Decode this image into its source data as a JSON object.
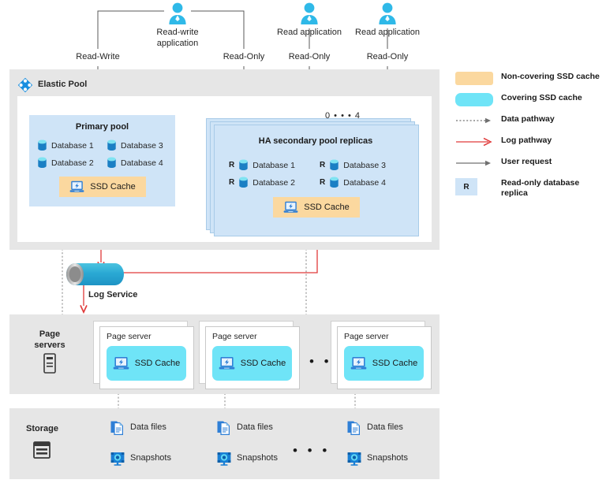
{
  "diagram": {
    "title": "Elastic Pool hyperscale architecture",
    "colors": {
      "non_covering_cache": "#fbd89f",
      "covering_cache": "#6fe4f7",
      "pool_fill": "#cfe4f7",
      "band": "#e6e6e6",
      "log_pathway": "#e03a3a",
      "user_request": "#595959",
      "data_pathway": "#808080",
      "person_icon": "#2fb9e8"
    }
  },
  "applications": [
    {
      "id": "read-write-application",
      "label": "Read-write\napplication",
      "line1": "Read-write",
      "line2": "application"
    },
    {
      "id": "read-application-1",
      "label": "Read application",
      "line1": "Read application",
      "line2": ""
    },
    {
      "id": "read-application-2",
      "label": "Read application",
      "line1": "Read application",
      "line2": ""
    }
  ],
  "connection_labels": [
    {
      "id": "read-write",
      "text": "Read-Write"
    },
    {
      "id": "read-only-1",
      "text": "Read-Only"
    },
    {
      "id": "read-only-2",
      "text": "Read-Only"
    },
    {
      "id": "read-only-3",
      "text": "Read-Only"
    }
  ],
  "elastic_pool": {
    "title": "Elastic Pool",
    "icon": "elastic-pool-icon",
    "primary_pool": {
      "title": "Primary pool",
      "databases": [
        "Database 1",
        "Database 2",
        "Database 3",
        "Database 4"
      ],
      "cache": {
        "label": "SSD Cache",
        "type": "non-covering"
      }
    },
    "secondary_pool": {
      "title": "HA secondary pool replicas",
      "replica_range": "0 • • • 4",
      "replica_badge": "R",
      "databases": [
        "Database 1",
        "Database 2",
        "Database 3",
        "Database 4"
      ],
      "cache": {
        "label": "SSD Cache",
        "type": "non-covering"
      }
    }
  },
  "log_service": {
    "title": "Log Service"
  },
  "page_servers": {
    "title_line1": "Page",
    "title_line2": "servers",
    "icon": "server-rack-icon",
    "ellipsis": "• • •",
    "servers": [
      {
        "title": "Page server",
        "cache": "SSD Cache"
      },
      {
        "title": "Page server",
        "cache": "SSD Cache"
      },
      {
        "title": "Page server",
        "cache": "SSD Cache"
      }
    ]
  },
  "storage": {
    "title": "Storage",
    "icon": "storage-icon",
    "ellipsis": "• • •",
    "columns": [
      {
        "data_files": "Data files",
        "snapshots": "Snapshots"
      },
      {
        "data_files": "Data files",
        "snapshots": "Snapshots"
      },
      {
        "data_files": "Data files",
        "snapshots": "Snapshots"
      }
    ]
  },
  "legend": {
    "items": [
      {
        "id": "non-covering-ssd-cache",
        "key": "swatch-amber",
        "label": "Non-covering SSD cache"
      },
      {
        "id": "covering-ssd-cache",
        "key": "swatch-cyan",
        "label": "Covering SSD cache"
      },
      {
        "id": "data-pathway",
        "key": "dotted-arrow",
        "label": "Data pathway"
      },
      {
        "id": "log-pathway",
        "key": "red-arrow",
        "label": "Log pathway"
      },
      {
        "id": "user-request",
        "key": "gray-arrow",
        "label": "User request"
      },
      {
        "id": "read-only-database-replica",
        "key": "r-badge",
        "label": "Read-only database\nreplica",
        "line1": "Read-only database",
        "line2": "replica",
        "badge": "R"
      }
    ]
  }
}
